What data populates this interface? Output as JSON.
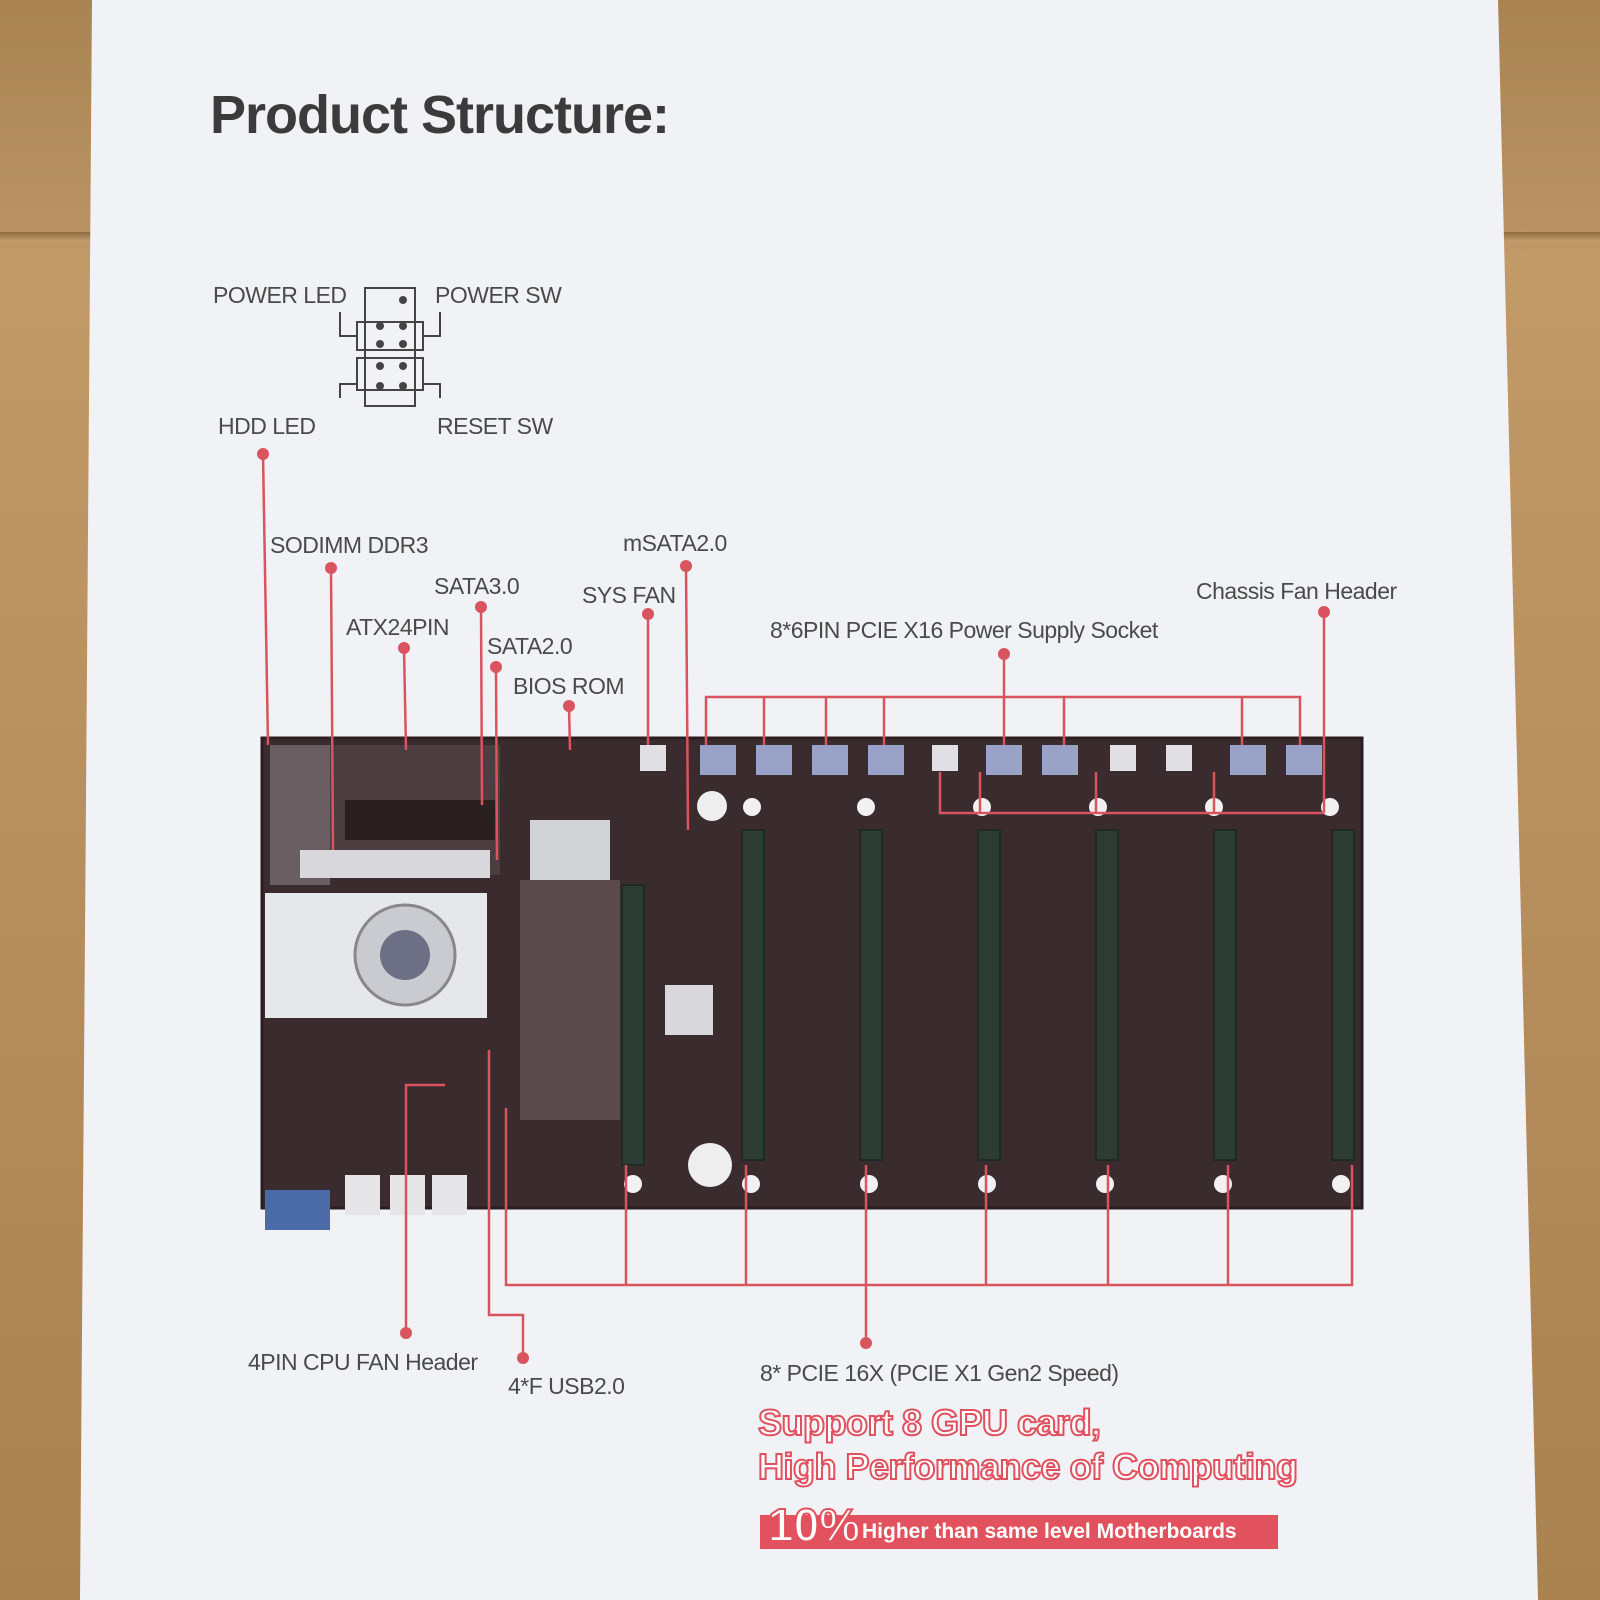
{
  "title": "Product Structure:",
  "front_panel": {
    "power_led": "POWER LED",
    "power_sw": "POWER SW",
    "hdd_led": "HDD  LED",
    "reset_sw": "RESET SW"
  },
  "callouts": {
    "sodimm": "SODIMM DDR3",
    "atx24": "ATX24PIN",
    "sata3": "SATA3.0",
    "sata2": "SATA2.0",
    "bios": "BIOS ROM",
    "sys_fan": "SYS FAN",
    "msata": "mSATA2.0",
    "pcie_power": "8*6PIN PCIE X16 Power Supply Socket",
    "chassis_fan": "Chassis Fan Header",
    "cpu_fan": "4PIN CPU FAN Header",
    "usb": "4*F USB2.0",
    "pcie_slots": "8* PCIE 16X (PCIE X1 Gen2 Speed)"
  },
  "promo": {
    "line1": "Support 8 GPU card,",
    "line2": "High Performance of Computing",
    "percent": "10%",
    "banner": "Higher than same level Motherboards"
  },
  "colors": {
    "callout_line": "#d9545f",
    "board": "#3a2b2e",
    "accent": "#e2525e"
  }
}
